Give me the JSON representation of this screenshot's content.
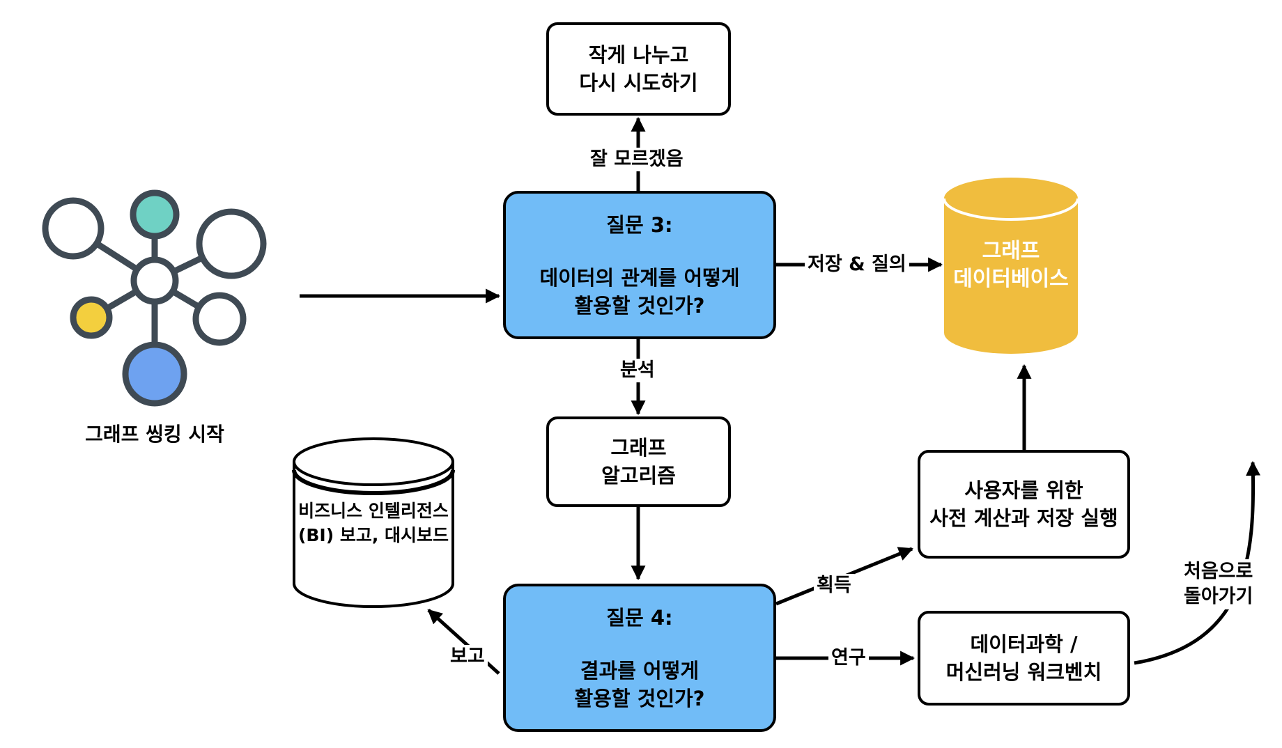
{
  "start": {
    "label": "그래프 씽킹 시작",
    "colors": {
      "stroke": "#3f4a54",
      "teal": "#6fd1c4",
      "yellow": "#f3cf3e",
      "blue": "#6ea2f0"
    }
  },
  "boxes": {
    "retry": {
      "line1": "작게 나누고",
      "line2": "다시 시도하기"
    },
    "q3": {
      "title": "질문 3:",
      "line1": "데이터의 관계를 어떻게",
      "line2": "활용할 것인가?"
    },
    "algo": {
      "line1": "그래프",
      "line2": "알고리즘"
    },
    "q4": {
      "title": "질문 4:",
      "line1": "결과를 어떻게",
      "line2": "활용할 것인가?"
    },
    "precompute": {
      "line1": "사용자를 위한",
      "line2": "사전 계산과 저장 실행"
    },
    "workbench": {
      "line1": "데이터과학 /",
      "line2": "머신러닝 워크벤치"
    }
  },
  "graph_db": {
    "line1": "그래프",
    "line2": "데이터베이스",
    "color": "#f0bd3e"
  },
  "bi": {
    "line1": "비즈니스 인텔리전스",
    "line2": "(BI) 보고, 대시보드"
  },
  "edges": {
    "unsure": "잘 모르겠음",
    "store_query": "저장 & 질의",
    "analysis": "분석",
    "acquire": "획득",
    "research": "연구",
    "report": "보고",
    "back_l1": "처음으로",
    "back_l2": "돌아가기"
  },
  "colors": {
    "question_fill": "#71bcf7",
    "border": "#000000"
  }
}
